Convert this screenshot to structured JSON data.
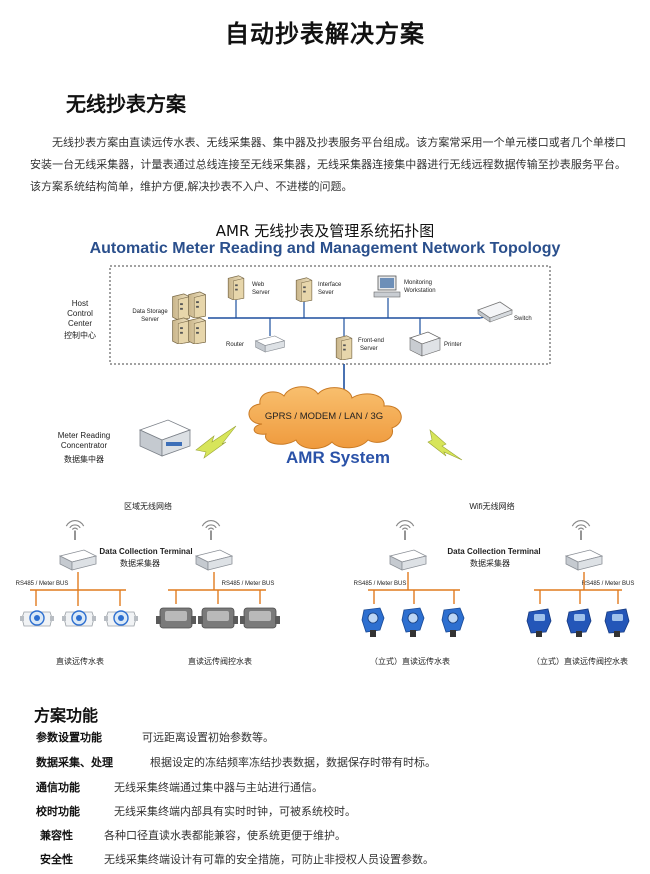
{
  "page_title": "自动抄表解决方案",
  "section_title": "无线抄表方案",
  "intro": "无线抄表方案由直读远传水表、无线采集器、集中器及抄表服务平台组成。该方案常采用一个单元楼口或者几个单楼口安装一台无线采集器，计量表通过总线连接至无线采集器，无线采集器连接集中器进行无线远程数据传输至抄表服务平台。该方案系统结构简单，维护方便,解决抄表不入户、不进楼的问题。",
  "diagram": {
    "title": "AMR 无线抄表及管理系统拓扑图",
    "subtitle": "Automatic Meter Reading and Management Network Topology",
    "host": {
      "l1": "Host",
      "l2": "Control",
      "l3": "Center",
      "cn": "控制中心"
    },
    "data_storage": {
      "l1": "Data Storage",
      "l2": "Server"
    },
    "web": {
      "l1": "Web",
      "l2": "Server"
    },
    "interface": {
      "l1": "Interface",
      "l2": "Sever"
    },
    "monitoring": {
      "l1": "Monitoring",
      "l2": "Workstation"
    },
    "switch": "Switch",
    "router": "Router",
    "frontend": {
      "l1": "Front-end",
      "l2": "Server"
    },
    "printer": "Printer",
    "cloud": "GPRS / MODEM / LAN / 3G",
    "amr": "AMR System",
    "concentrator": {
      "l1": "Meter Reading",
      "l2": "Concentrator",
      "cn": "数据集中器"
    },
    "left_network": "区域无线网络",
    "right_network": "Wifi无线网络",
    "dct": {
      "en": "Data Collection Terminal",
      "cn": "数据采集器"
    },
    "rs485": "RS485 / Meter BUS",
    "meter_labels": [
      "直读远传水表",
      "直读远传阀控水表",
      "（立式）直读远传水表",
      "（立式）直读远传阀控水表"
    ]
  },
  "features": {
    "title": "方案功能",
    "items": [
      {
        "label": "参数设置功能",
        "text": "可远距离设置初始参数等。"
      },
      {
        "label": "数据采集、处理",
        "text": "根据设定的冻结频率冻结抄表数据，数据保存时带有时标。"
      },
      {
        "label": "通信功能",
        "text": "无线采集终端通过集中器与主站进行通信。"
      },
      {
        "label": "校时功能",
        "text": "无线采集终端内部具有实时时钟，可被系统校时。"
      },
      {
        "label": "兼容性",
        "text": "各种口径直读水表都能兼容，使系统更便于维护。"
      },
      {
        "label": "安全性",
        "text": "无线采集终端设计有可靠的安全措施，可防止非授权人员设置参数。"
      }
    ]
  },
  "colors": {
    "subtitle": "#2a4f8c",
    "amr": "#2a52a8",
    "cloud": "#f4a64a",
    "bus": "#e07b1f",
    "meter_blue": "#2d6fd0",
    "meter_gray": "#6a6a6a"
  }
}
